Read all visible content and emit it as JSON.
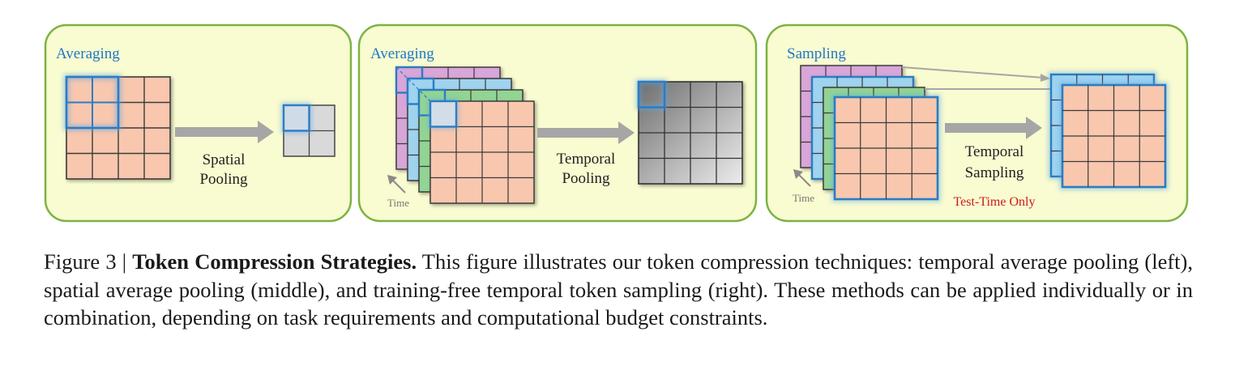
{
  "panels": [
    {
      "title": "Averaging",
      "arrow_label_lines": [
        "Spatial",
        "Pooling"
      ]
    },
    {
      "title": "Averaging",
      "arrow_label_lines": [
        "Temporal",
        "Pooling"
      ],
      "time_label": "Time"
    },
    {
      "title": "Sampling",
      "arrow_label_lines": [
        "Temporal",
        "Sampling"
      ],
      "time_label": "Time",
      "note": "Test-Time Only"
    }
  ],
  "colors": {
    "panel_fill": "#f9fbd0",
    "panel_border": "#7cb342",
    "title_blue": "#1f77c8",
    "token_salmon": "#f8c7ae",
    "frame_purple": "#d8a6d8",
    "frame_blue": "#9fd3ee",
    "frame_green": "#92d494",
    "highlight_blue": "#2c7cc4",
    "arrow_gray": "#a6a6a6",
    "note_red": "#cc1a1a"
  },
  "caption": {
    "prefix": "Figure 3 | ",
    "bold": "Token Compression Strategies.",
    "text": " This figure illustrates our token compression techniques: temporal average pooling (left), spatial average pooling (middle), and training-free temporal token sampling (right). These methods can be applied individually or in combination, depending on task requirements and computational budget constraints."
  }
}
